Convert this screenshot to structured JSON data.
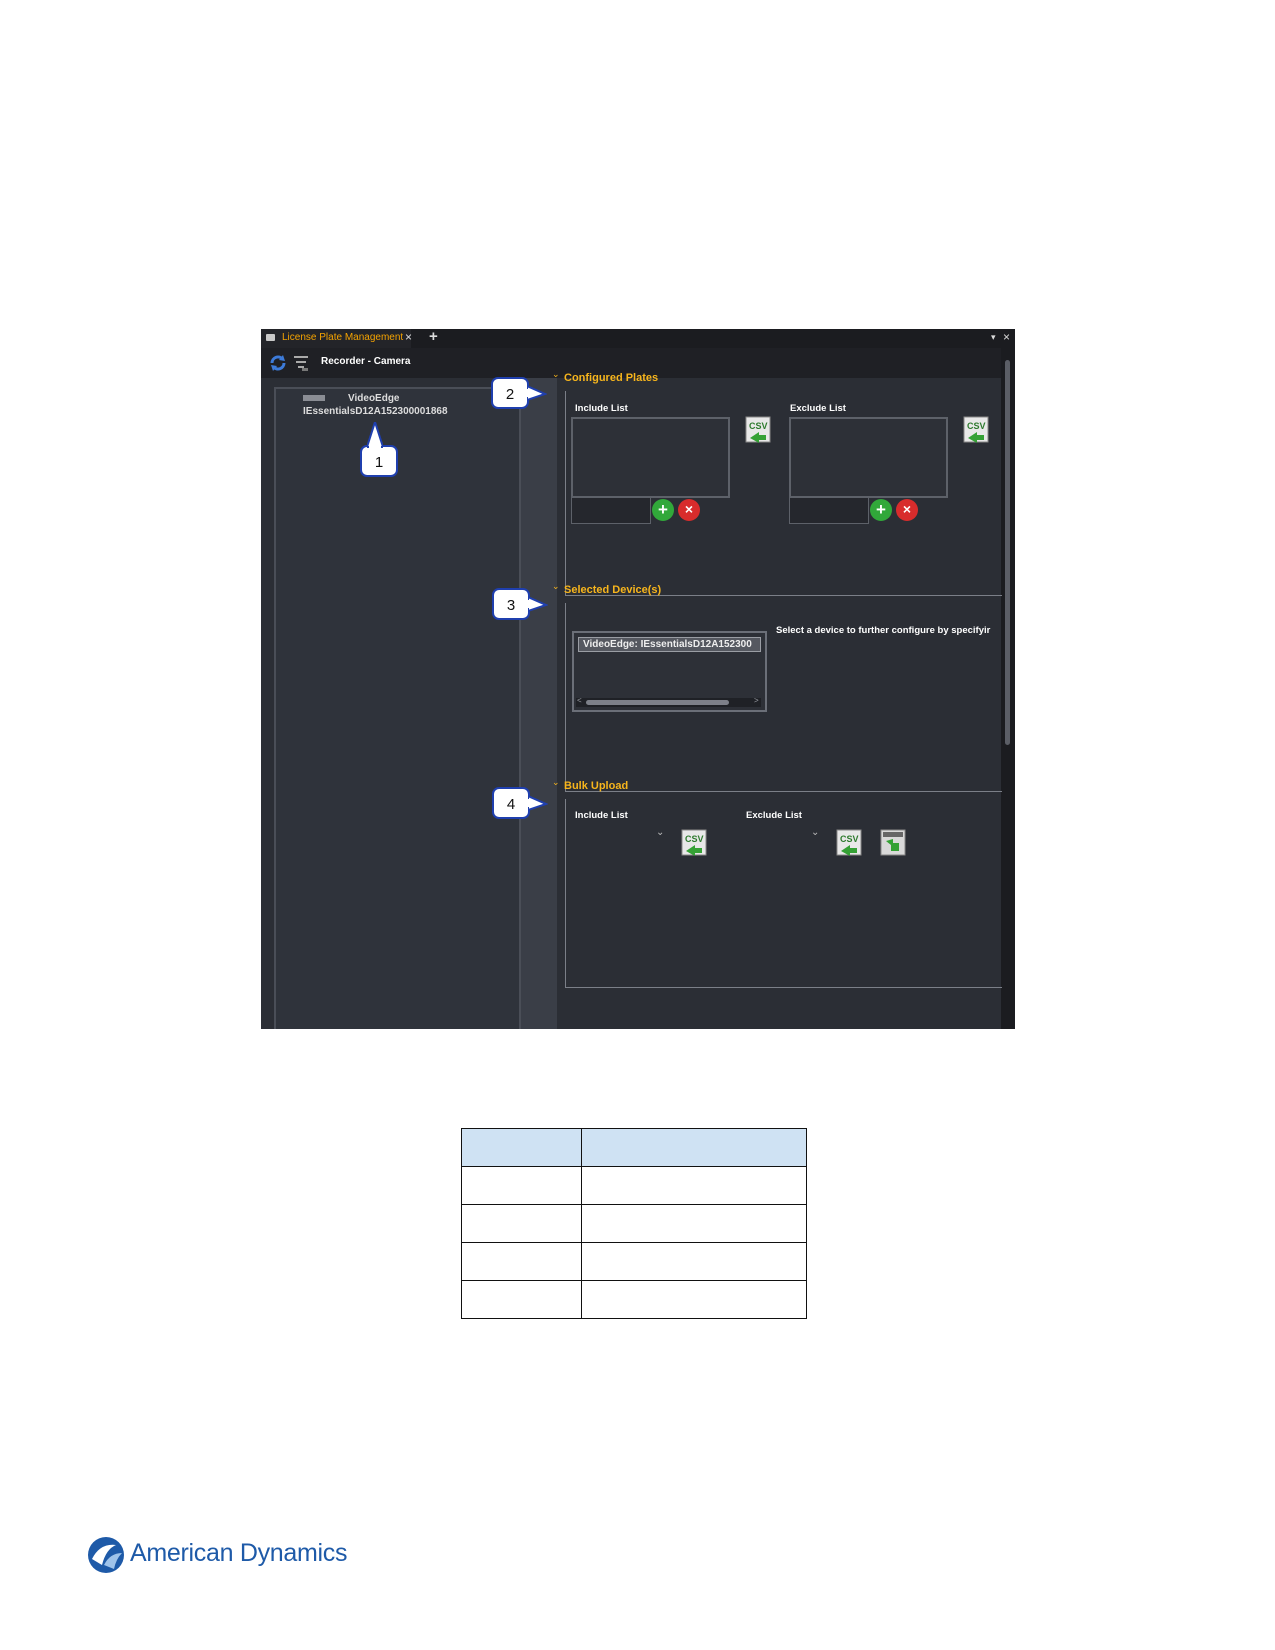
{
  "window": {
    "tab_label": "License Plate Management",
    "tab_close": "×",
    "tab_add": "+",
    "menu_arrow": "▾",
    "close": "×",
    "toolbar_title": "Recorder - Camera"
  },
  "device_tree": {
    "device_name": "VideoEdge",
    "device_id": "IEssentialsD12A152300001868"
  },
  "sections": {
    "configured_plates": {
      "title": "Configured Plates",
      "include_label": "Include List",
      "exclude_label": "Exclude List"
    },
    "selected_devices": {
      "title": "Selected Device(s)",
      "device_item": "VideoEdge: IEssentialsD12A152300",
      "hint": "Select a device to further configure by specifyir"
    },
    "bulk_upload": {
      "title": "Bulk Upload",
      "include_label": "Include List",
      "exclude_label": "Exclude List"
    }
  },
  "icons": {
    "csv_text": "CSV",
    "add": "+",
    "remove": "×",
    "chevron": "⌄",
    "dropdown": "⌄",
    "scroll_left": "<",
    "scroll_right": ">"
  },
  "callouts": [
    "1",
    "2",
    "3",
    "4"
  ],
  "logo": {
    "text": "American Dynamics",
    "color": "#1e5aa8"
  },
  "colors": {
    "accent_orange": "#f7b51c",
    "table_header": "#cfe2f3"
  }
}
